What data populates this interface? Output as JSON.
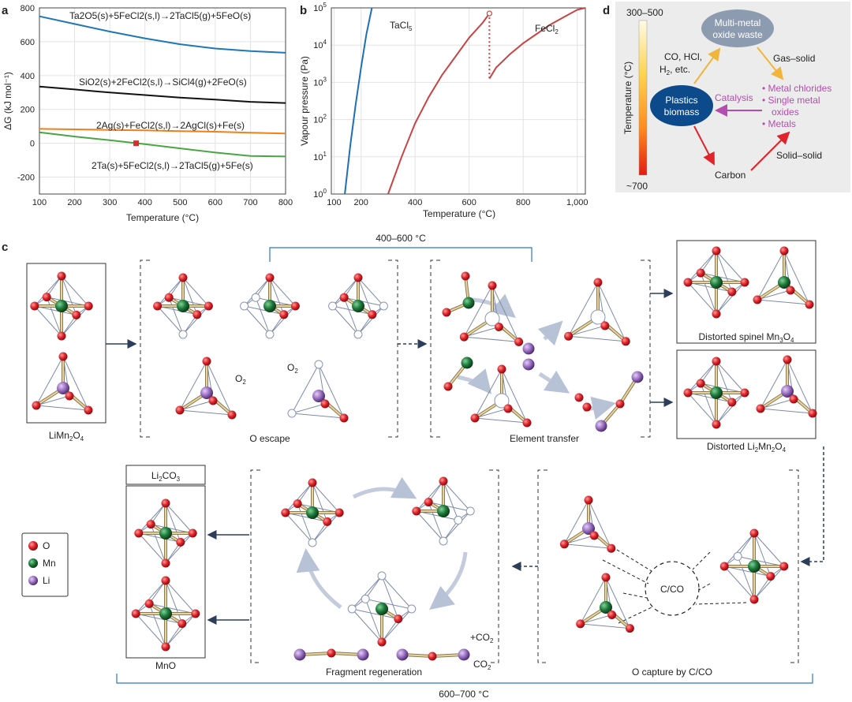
{
  "panel_labels": [
    "a",
    "b",
    "c",
    "d"
  ],
  "chart_data": [
    {
      "type": "line",
      "x": [
        100,
        200,
        300,
        400,
        500,
        600,
        700,
        800
      ],
      "xlabel": "Temperature (°C)",
      "ylabel": "ΔG (kJ mol⁻¹)",
      "xlim": [
        100,
        800
      ],
      "ylim": [
        -300,
        800
      ],
      "xticks": [
        "100",
        "200",
        "300",
        "400",
        "500",
        "600",
        "700",
        "800"
      ],
      "yticks": [
        "800",
        "600",
        "400",
        "200",
        "0",
        "-200"
      ],
      "ytick_values": [
        800,
        600,
        400,
        200,
        0,
        -200
      ],
      "grid": true,
      "marker": {
        "x": 375,
        "y": 0,
        "color": "#d62f2f"
      },
      "series": [
        {
          "name": "Ta2O5(s)+5FeCl2(s,l)→2TaCl5(g)+5FeO(s)",
          "color": "#1f77b4",
          "values": [
            750,
            705,
            660,
            620,
            585,
            560,
            545,
            535
          ]
        },
        {
          "name": "SiO2(s)+2FeCl2(s,l)→SiCl4(g)+2FeO(s)",
          "color": "#111111",
          "values": [
            335,
            318,
            300,
            285,
            270,
            258,
            245,
            238
          ]
        },
        {
          "name": "2Ag(s)+FeCl2(s,l)→2AgCl(s)+Fe(s)",
          "color": "#f07f1c",
          "values": [
            85,
            82,
            79,
            76,
            72,
            68,
            62,
            58
          ]
        },
        {
          "name": "2Ta(s)+5FeCl2(s,l)→2TaCl5(g)+5Fe(s)",
          "color": "#4aa544",
          "values": [
            65,
            40,
            18,
            -5,
            -30,
            -55,
            -75,
            -78
          ]
        }
      ]
    },
    {
      "type": "line",
      "xlabel": "Temperature (°C)",
      "ylabel": "Vapour pressure (Pa)",
      "xlim": [
        90,
        1030
      ],
      "ylim_log10": [
        0,
        5
      ],
      "scale": "log",
      "xticks": [
        "100",
        "200",
        "400",
        "600",
        "800",
        "1,000"
      ],
      "xtick_values": [
        100,
        200,
        400,
        600,
        800,
        1000
      ],
      "grid": true,
      "series": [
        {
          "name": "TaCl5",
          "color": "#1f6fb4",
          "x": [
            140,
            160,
            180,
            200,
            220,
            240
          ],
          "log_values": [
            0,
            1.3,
            2.4,
            3.4,
            4.3,
            5
          ]
        },
        {
          "name": "FeCl2",
          "color": "#c84444",
          "x": [
            300,
            350,
            400,
            450,
            500,
            550,
            600,
            650,
            675
          ],
          "log_values": [
            0,
            1.0,
            1.9,
            2.6,
            3.2,
            3.7,
            4.2,
            4.6,
            4.85
          ]
        },
        {
          "name": "FeCl2",
          "color": "#c84444",
          "x": [
            675,
            700,
            750,
            800,
            850,
            900,
            950,
            1000,
            1030
          ],
          "log_values": [
            3.1,
            3.4,
            3.75,
            4.05,
            4.3,
            4.55,
            4.75,
            4.95,
            5.05
          ]
        }
      ],
      "annotations": {
        "tacl": "TaCl",
        "tacl_sub": "5",
        "fecl": "FeCl",
        "fecl_sub": "2"
      }
    }
  ],
  "panel_d": {
    "scale_title": "Temperature (°C)",
    "scale_top": "300–500",
    "scale_bottom": "~700",
    "waste_1": "Multi-metal",
    "waste_2": "oxide waste",
    "plastics_1": "Plastics",
    "plastics_2": "biomass",
    "gas_1": "CO, HCl,",
    "gas_2": "H",
    "gas_2_sub": "2",
    "gas_2_end": ", etc.",
    "gas_solid": "Gas–solid",
    "catalysis": "Catalysis",
    "p1": "• Metal chlorides",
    "p2": "• Single metal",
    "p3": "oxides",
    "p4": "• Metals",
    "carbon": "Carbon",
    "solid_solid": "Solid–solid"
  },
  "panel_c": {
    "temp_top": "400–600 °C",
    "temp_bottom": "600–700 °C",
    "limn": "LiMn",
    "limn_sub": "2",
    "limn_end": "O",
    "limn_sub2": "4",
    "o_escape": "O escape",
    "o2": "O",
    "o2_sub": "2",
    "element_transfer": "Element transfer",
    "spinel": "Distorted spinel Mn",
    "spinel_sub": "3",
    "spinel_end": "O",
    "spinel_sub2": "4",
    "li2mn": "Distorted Li",
    "li2mn_sub": "2",
    "li2mn_mid": "Mn",
    "li2mn_sub2": "2",
    "li2mn_end": "O",
    "li2mn_sub3": "4",
    "li2co3": "Li",
    "li2co3_sub": "2",
    "li2co3_end": "CO",
    "li2co3_sub2": "3",
    "mno": "MnO",
    "fragment": "Fragment regeneration",
    "co2_plus": "+CO",
    "co2_plus_sub": "2",
    "co2": "CO",
    "co2_sub": "2",
    "capture": "O capture by C/CO",
    "cco": "C/CO",
    "legend": [
      {
        "label": "O",
        "color": "#e0242a"
      },
      {
        "label": "Mn",
        "color": "#1f7a3a"
      },
      {
        "label": "Li",
        "color": "#9a6fc0"
      }
    ]
  }
}
